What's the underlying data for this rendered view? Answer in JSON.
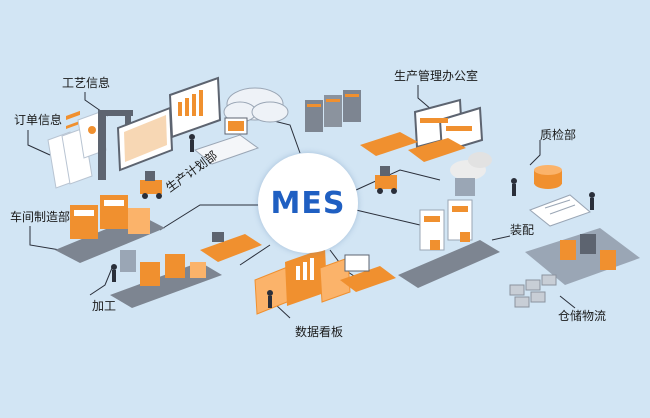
{
  "center": {
    "label": "MES"
  },
  "departments": {
    "process_info": "工艺信息",
    "order_info": "订单信息",
    "planning_dept": "生产计划部",
    "production_office": "生产管理办公室",
    "quality_dept": "质检部",
    "workshop_dept": "车间制造部",
    "assembly": "装配",
    "processing": "加工",
    "data_board": "数据看板",
    "warehouse": "仓储物流"
  },
  "colors": {
    "background": "#d2e5f4",
    "accent_orange": "#f0902f",
    "machine_grey": "#7d8591",
    "mes_blue": "#1f5fc2",
    "connector": "#2a2f3a"
  }
}
